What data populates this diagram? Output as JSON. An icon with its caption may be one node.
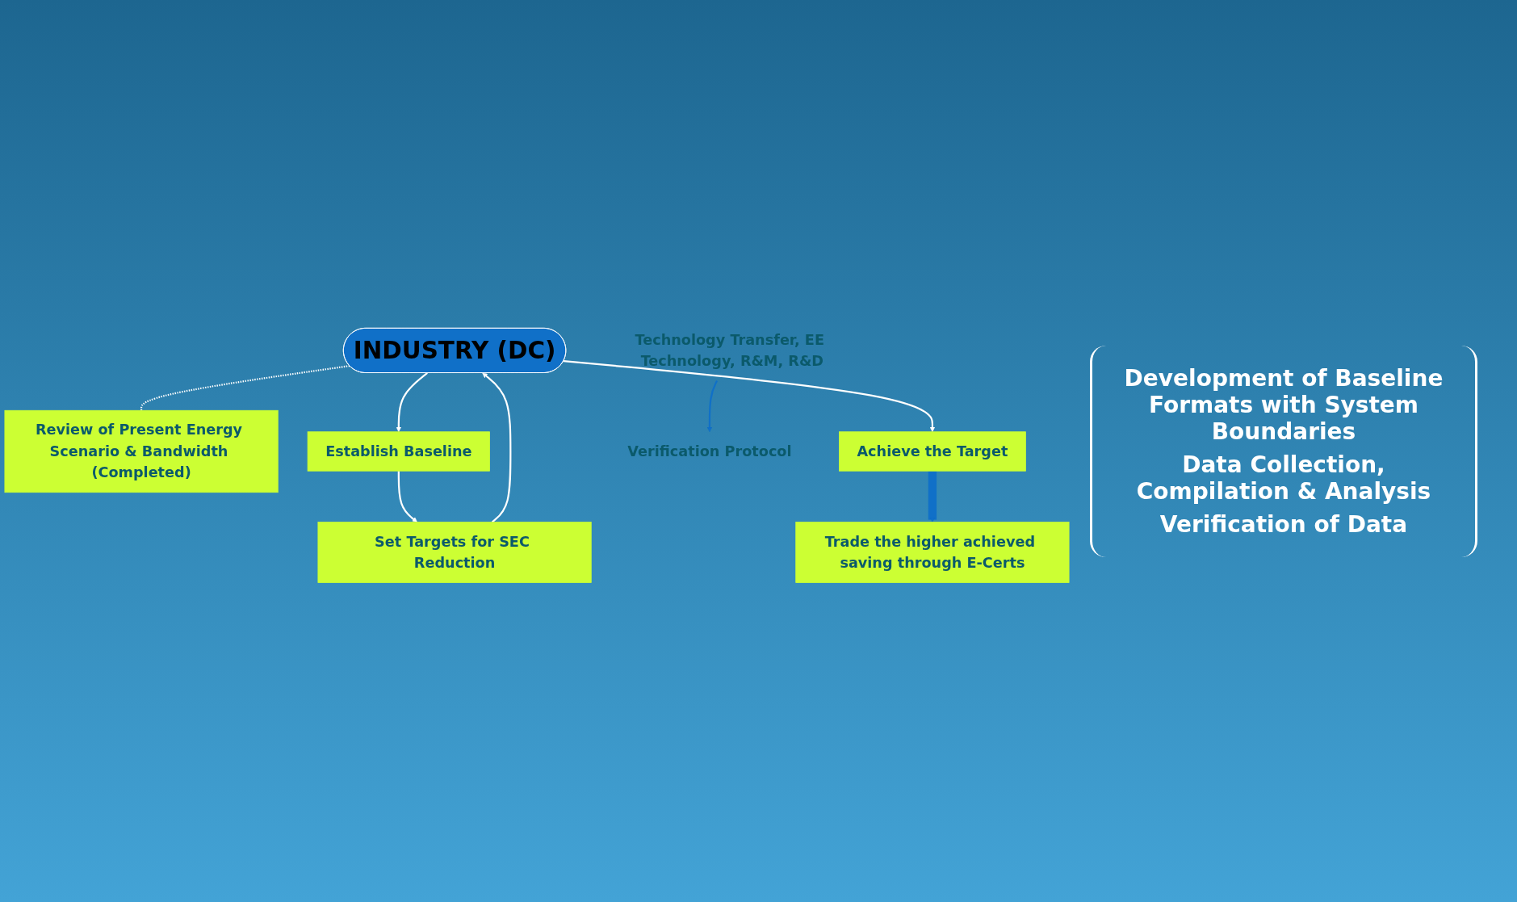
{
  "diagram": {
    "nodes": [
      {
        "text": [
          "INDUSTRY (DC)"
        ]
      },
      {
        "text": [
          "Review of Present Energy Scenario & Bandwidth (Completed)"
        ]
      },
      {
        "text": [
          "Establish Baseline"
        ]
      },
      {
        "text": [
          "Set Targets for SEC Reduction"
        ]
      },
      {
        "text": [
          "Achieve the Target"
        ]
      },
      {
        "text": [
          "Trade the higher achieved saving through E-Certs"
        ]
      },
      {
        "text": [
          "Technology Transfer, EE Technology, R&M, R&D"
        ]
      },
      {
        "text": [
          "Verification Protocol"
        ]
      }
    ],
    "edges": [
      {
        "from": 0,
        "to": 1,
        "arrow": "none",
        "style": "dashed"
      },
      {
        "from": 0,
        "to": 2,
        "arrow": "to"
      },
      {
        "from": 2,
        "to": 3,
        "arrow": "to"
      },
      {
        "from": 3,
        "to": 0,
        "arrow": "to"
      },
      {
        "from": 0,
        "to": 4,
        "arrow": "to"
      },
      {
        "from": 4,
        "to": 5,
        "arrow": "to",
        "style": "thick",
        "color": "#1070c8"
      },
      {
        "from": 6,
        "to": 7,
        "arrow": "to",
        "color": "#1070c8"
      }
    ],
    "labels": [
      "Development of Baseline Formats with System Boundaries",
      "Data Collection, Compilation & Analysis",
      "Verification of Data"
    ]
  }
}
